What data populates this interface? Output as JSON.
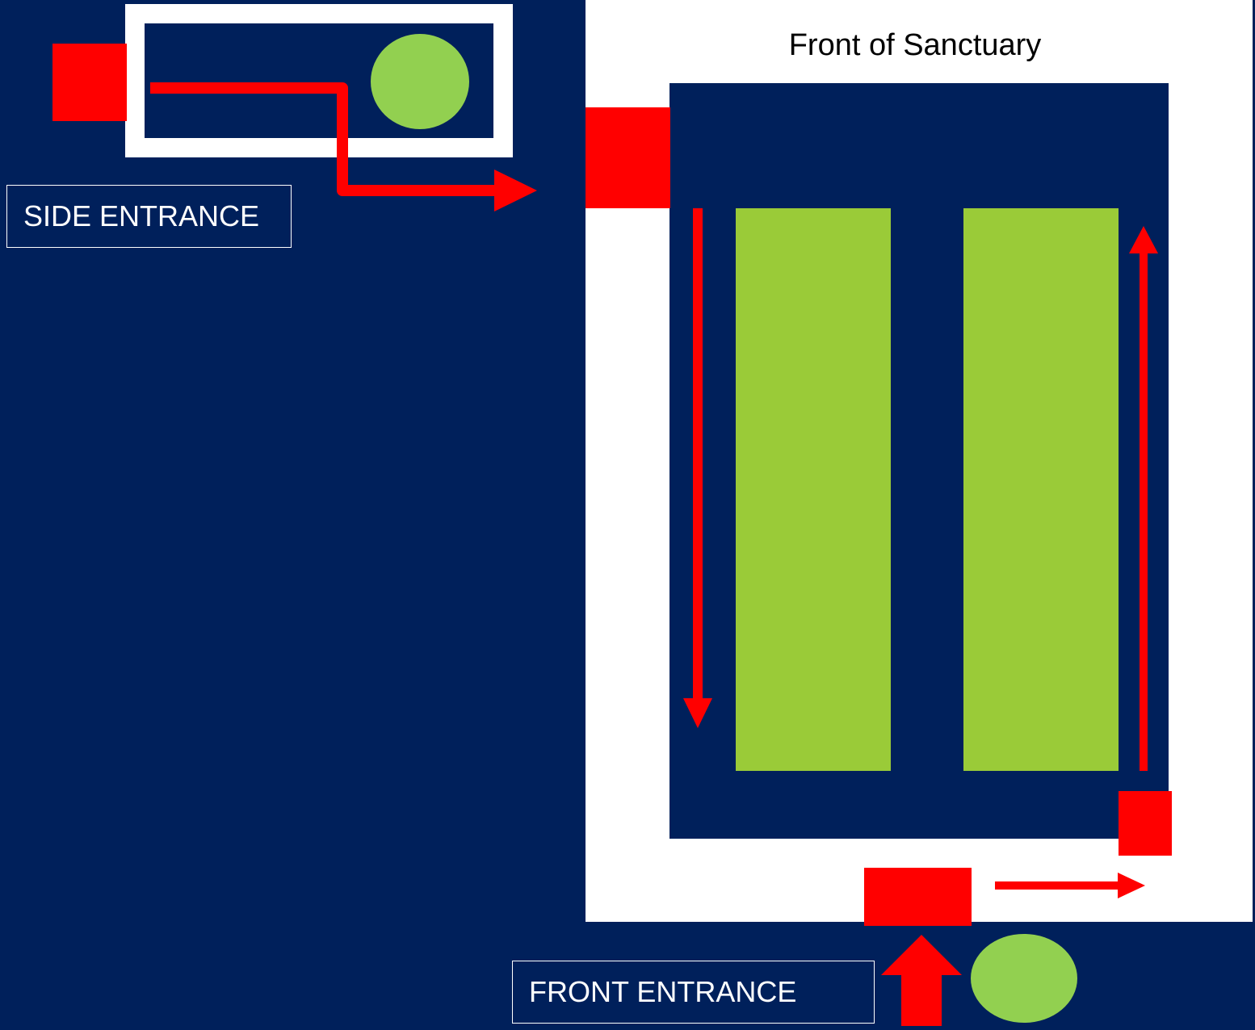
{
  "diagram": {
    "sanctuary_title": "Front of Sanctuary",
    "side_entrance_label": "SIDE ENTRANCE",
    "front_entrance_label": "FRONT ENTRANCE"
  },
  "colors": {
    "background": "#00205b",
    "walls": "#ffffff",
    "door": "#ff0000",
    "arrow": "#ff0000",
    "pew": "#9acb38",
    "greeter": "#92d050"
  },
  "icons": {
    "door": "red-square-door",
    "greeter": "green-circle-greeter",
    "arrow": "red-arrow"
  }
}
